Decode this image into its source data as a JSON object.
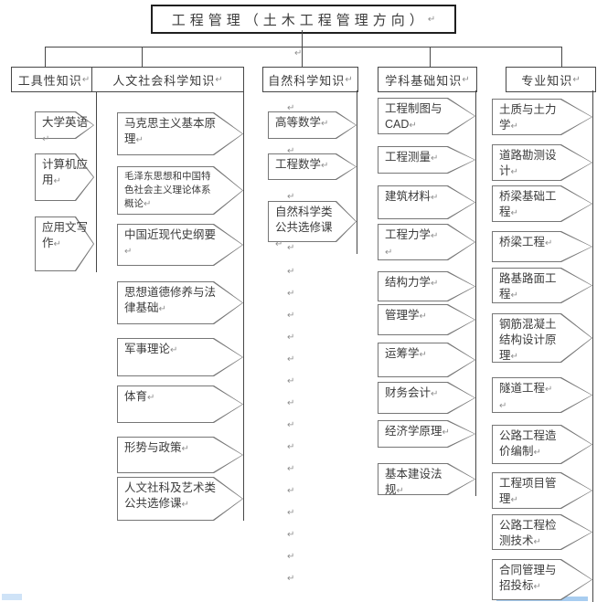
{
  "title": "工程管理（土木工程管理方向）",
  "paragraph_mark": "↵",
  "columns": [
    {
      "header": "工具性知识",
      "items": [
        {
          "label": "大学英语"
        },
        {
          "label": "计算机应用"
        },
        {
          "label": "应用文写作"
        }
      ]
    },
    {
      "header": "人文社会科学知识",
      "items": [
        {
          "label": "马克思主义基本原理"
        },
        {
          "label": "毛泽东思想和中国特色社会主义理论体系概论"
        },
        {
          "label": "中国近现代史纲要"
        },
        {
          "label": "思想道德修养与法律基础"
        },
        {
          "label": "军事理论"
        },
        {
          "label": "体育"
        },
        {
          "label": "形势与政策"
        },
        {
          "label": "人文社科及艺术类公共选修课"
        }
      ]
    },
    {
      "header": "自然科学知识",
      "items": [
        {
          "label": "高等数学"
        },
        {
          "label": "工程数学"
        },
        {
          "label": "自然科学类公共选修课"
        }
      ],
      "gap_marks": 4,
      "trail_marks": 15
    },
    {
      "header": "学科基础知识",
      "items": [
        {
          "label": "工程制图与CAD"
        },
        {
          "label": "工程测量"
        },
        {
          "label": "建筑材料"
        },
        {
          "label": "工程力学",
          "extra_mark": true
        },
        {
          "label": "结构力学"
        },
        {
          "label": "管理学"
        },
        {
          "label": "运筹学"
        },
        {
          "label": "财务会计"
        },
        {
          "label": "经济学原理"
        },
        {
          "label": "基本建设法规"
        }
      ]
    },
    {
      "header": "专业知识",
      "items": [
        {
          "label": "土质与土力学"
        },
        {
          "label": "道路勘测设计"
        },
        {
          "label": "桥梁基础工程"
        },
        {
          "label": "桥梁工程"
        },
        {
          "label": "路基路面工程"
        },
        {
          "label": "钢筋混凝土结构设计原理"
        },
        {
          "label": "隧道工程",
          "extra_mark": true
        },
        {
          "label": "公路工程造价编制"
        },
        {
          "label": "工程项目管理"
        },
        {
          "label": "公路工程检测技术"
        },
        {
          "label": "合同管理与招投标"
        }
      ]
    }
  ],
  "colors": {
    "connector_line": "#474747",
    "pentagon_border": "#767676",
    "text": "#3b3b3b",
    "paragraph_mark": "#8f8f8f",
    "artifact_blue_left": "#cfe3f7",
    "artifact_blue_right": "#a8cdf0"
  }
}
